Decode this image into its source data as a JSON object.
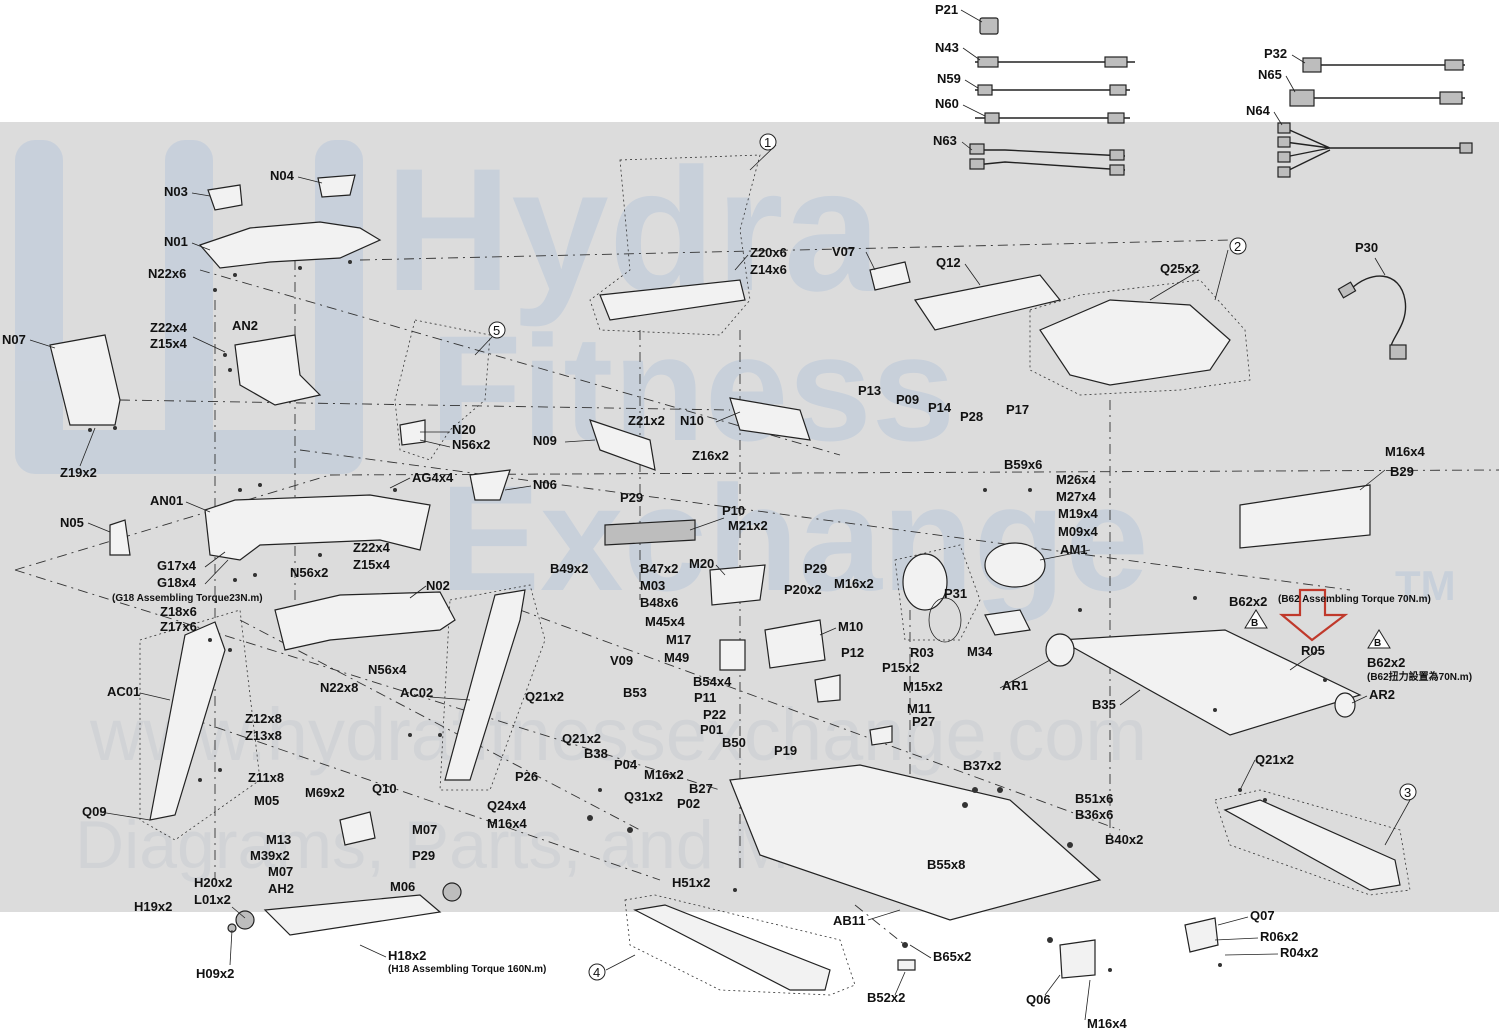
{
  "watermark": {
    "brand_lines": [
      "Hydra",
      "Fitness",
      "Exchange"
    ],
    "trademark": "TM",
    "url": "www.hydrafitnessexchange.com",
    "tagline": "Diagrams, Parts, and More"
  },
  "labels": {
    "P21": "P21",
    "N43": "N43",
    "N59": "N59",
    "N60": "N60",
    "N63": "N63",
    "P32": "P32",
    "N65": "N65",
    "N64": "N64",
    "P30": "P30",
    "N03": "N03",
    "N04": "N04",
    "N01": "N01",
    "N22x6": "N22x6",
    "N07": "N07",
    "Z22x4a": "Z22x4",
    "Z15x4a": "Z15x4",
    "AN2": "AN2",
    "Z19x2": "Z19x2",
    "N20": "N20",
    "N56x2": "N56x2",
    "AG4x4": "AG4x4",
    "N06": "N06",
    "AN01": "AN01",
    "N05": "N05",
    "G17x4": "G17x4",
    "G18x4": "G18x4",
    "Z22x4b": "Z22x4",
    "Z15x4b": "Z15x4",
    "N56x2b": "N56x2",
    "N02": "N02",
    "Z18x6": "Z18x6",
    "Z17x6": "Z17x6",
    "N56x4": "N56x4",
    "N22x8": "N22x8",
    "AC01": "AC01",
    "AC02": "AC02",
    "Z12x8": "Z12x8",
    "Z13x8": "Z13x8",
    "Z11x8": "Z11x8",
    "Q09": "Q09",
    "M05": "M05",
    "M69x2": "M69x2",
    "Q10": "Q10",
    "Q24x4": "Q24x4",
    "M16x4a": "M16x4",
    "M07a": "M07",
    "M13": "M13",
    "M39x2": "M39x2",
    "P29a": "P29",
    "M07b": "M07",
    "AH2": "AH2",
    "M06": "M06",
    "H20x2": "H20x2",
    "L01x2": "L01x2",
    "H19x2": "H19x2",
    "H09x2": "H09x2",
    "H18x2": "H18x2",
    "Z20x6": "Z20x6",
    "Z14x6": "Z14x6",
    "Z21x2": "Z21x2",
    "N10": "N10",
    "N09": "N09",
    "Z16x2": "Z16x2",
    "P29b": "P29",
    "P10": "P10",
    "M21x2": "M21x2",
    "M20": "M20",
    "B49x2": "B49x2",
    "M03": "M03",
    "B47x2": "B47x2",
    "B48x6": "B48x6",
    "M45x4": "M45x4",
    "M17": "M17",
    "M49": "M49",
    "V09": "V09",
    "P20x2": "P20x2",
    "M10": "M10",
    "B54x4": "B54x4",
    "P11": "P11",
    "P22": "P22",
    "P01": "P01",
    "B53": "B53",
    "Q21x2a": "Q21x2",
    "Q21x2b": "Q21x2",
    "B38": "B38",
    "B50": "B50",
    "P04": "P04",
    "M16x2a": "M16x2",
    "B27": "B27",
    "P02": "P02",
    "Q31x2": "Q31x2",
    "P26": "P26",
    "P19": "P19",
    "H51x2": "H51x2",
    "AB11": "AB11",
    "B65x2": "B65x2",
    "B52x2": "B52x2",
    "Q06": "Q06",
    "M16x4b": "M16x4",
    "V07": "V07",
    "Q12": "Q12",
    "Q25x2": "Q25x2",
    "P13": "P13",
    "P09": "P09",
    "P14": "P14",
    "P28": "P28",
    "P17": "P17",
    "B59x6": "B59x6",
    "M26x4": "M26x4",
    "M27x4": "M27x4",
    "M19x4": "M19x4",
    "M09x4": "M09x4",
    "AM1": "AM1",
    "P29c": "P29",
    "M16x2b": "M16x2",
    "P31": "P31",
    "R03": "R03",
    "M34": "M34",
    "P12": "P12",
    "P15x2": "P15x2",
    "M15x2": "M15x2",
    "M11": "M11",
    "P27": "P27",
    "B37x2": "B37x2",
    "B51x6": "B51x6",
    "B36x6": "B36x6",
    "B40x2": "B40x2",
    "B55x8": "B55x8",
    "AR1": "AR1",
    "B35": "B35",
    "M16x4c": "M16x4",
    "B29": "B29",
    "B62x2a": "B62x2",
    "R05": "R05",
    "B62x2b": "B62x2",
    "AR2": "AR2",
    "Q21x2c": "Q21x2",
    "Q07": "Q07",
    "R06x2": "R06x2",
    "R04x2": "R04x2"
  },
  "notes": {
    "g18": "(G18 Assembling Torque23N.m)",
    "h18": "(H18 Assembling Torque 160N.m)",
    "b62": "(B62 Assembling Torque 70N.m)",
    "b62_cn": "(B62扭力設置為70N.m)"
  },
  "callouts": [
    "1",
    "2",
    "3",
    "4",
    "5"
  ],
  "warning_mark": "B",
  "colors": {
    "arrow": "#c0392b",
    "band": "#d9d9d9"
  }
}
